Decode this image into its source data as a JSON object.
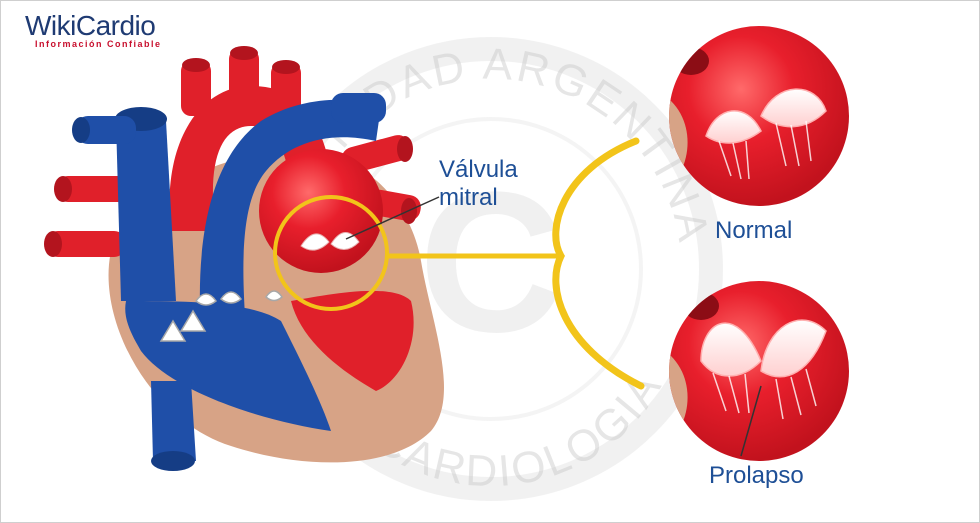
{
  "logo": {
    "name": "WikiCardio",
    "tagline": "Información Confiable"
  },
  "watermark": {
    "text_top": "SOCIEDAD ARGENTINA",
    "text_bottom": "DE CARDIOLOGIA",
    "letter": "C"
  },
  "labels": {
    "valve_line1": "Válvula",
    "valve_line2": "mitral",
    "normal": "Normal",
    "prolapse": "Prolapso"
  },
  "colors": {
    "artery_red": "#e0202a",
    "vein_blue": "#1f4fa8",
    "muscle_tan": "#d7a386",
    "highlight_yellow": "#f2c41a",
    "label_blue": "#1e4f96"
  }
}
